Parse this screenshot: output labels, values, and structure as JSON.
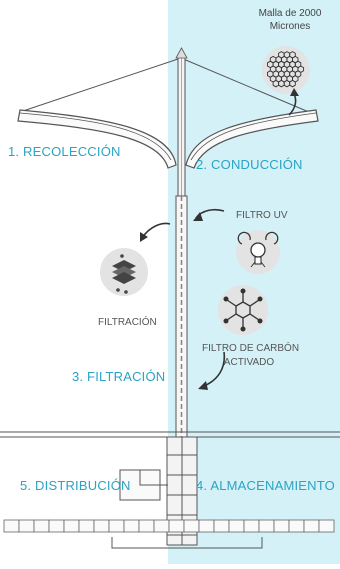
{
  "colors": {
    "accent": "#2aa3c4",
    "highlight_band": "#cdeef7",
    "line": "#555555",
    "icon_bg": "#e3e3e3"
  },
  "stages": {
    "recoleccion": "1. RECOLECCIÓN",
    "conduccion": "2. CONDUCCIÓN",
    "filtracion": "3. FILTRACIÓN",
    "almacenamiento": "4. ALMACENAMIENTO",
    "distribucion": "5. DISTRIBUCIÓN"
  },
  "mesh": {
    "line1": "Malla de 2000",
    "line2": "Micrones",
    "icon": "hexagonal-mesh-icon"
  },
  "filters": {
    "uv_label": "FILTRO UV",
    "uv_icon": "uv-lamp-icon",
    "filtration_label": "FILTRACIÓN",
    "filtration_icon": "filter-layers-icon",
    "carbon_line1": "FILTRO DE CARBÓN",
    "carbon_line2": "ACTIVADO",
    "carbon_icon": "carbon-molecule-icon"
  }
}
